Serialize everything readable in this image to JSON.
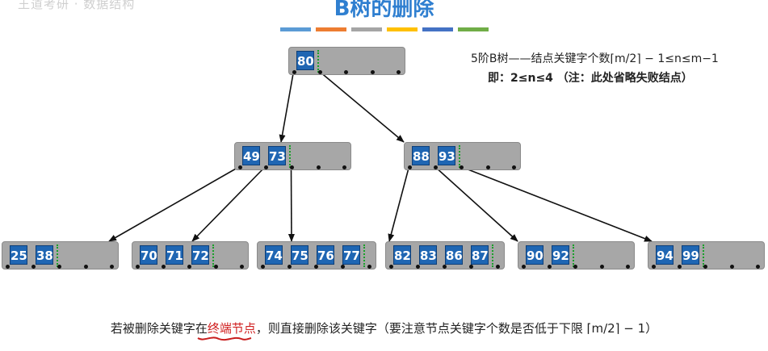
{
  "watermark": "王道考研 · 数据结构",
  "title": "B树的删除",
  "title_bar_colors": [
    "#5b9bd5",
    "#ed7d31",
    "#a5a5a5",
    "#ffc000",
    "#4472c4",
    "#70ad47"
  ],
  "info": {
    "line1": "5阶B树——结点关键字个数⌈m/2⌉ − 1≤n≤m−1",
    "line2": "即：2≤n≤4 （注：此处省略失败结点）"
  },
  "caption": {
    "pre": "若被删除关键字在",
    "emphasis": "终端节点",
    "post": "，则直接删除该关键字（要注意节点关键字个数是否低于下限 ⌈m/2⌉ − 1）"
  },
  "nodes": [
    {
      "id": "root",
      "keys": [
        "80"
      ]
    },
    {
      "id": "l1-left",
      "keys": [
        "49",
        "73"
      ]
    },
    {
      "id": "l1-right",
      "keys": [
        "88",
        "93"
      ]
    },
    {
      "id": "leaf-1",
      "keys": [
        "25",
        "38"
      ]
    },
    {
      "id": "leaf-2",
      "keys": [
        "70",
        "71",
        "72"
      ]
    },
    {
      "id": "leaf-3",
      "keys": [
        "74",
        "75",
        "76",
        "77"
      ]
    },
    {
      "id": "leaf-4",
      "keys": [
        "82",
        "83",
        "86",
        "87"
      ]
    },
    {
      "id": "leaf-5",
      "keys": [
        "90",
        "92"
      ]
    },
    {
      "id": "leaf-6",
      "keys": [
        "94",
        "99"
      ]
    }
  ]
}
